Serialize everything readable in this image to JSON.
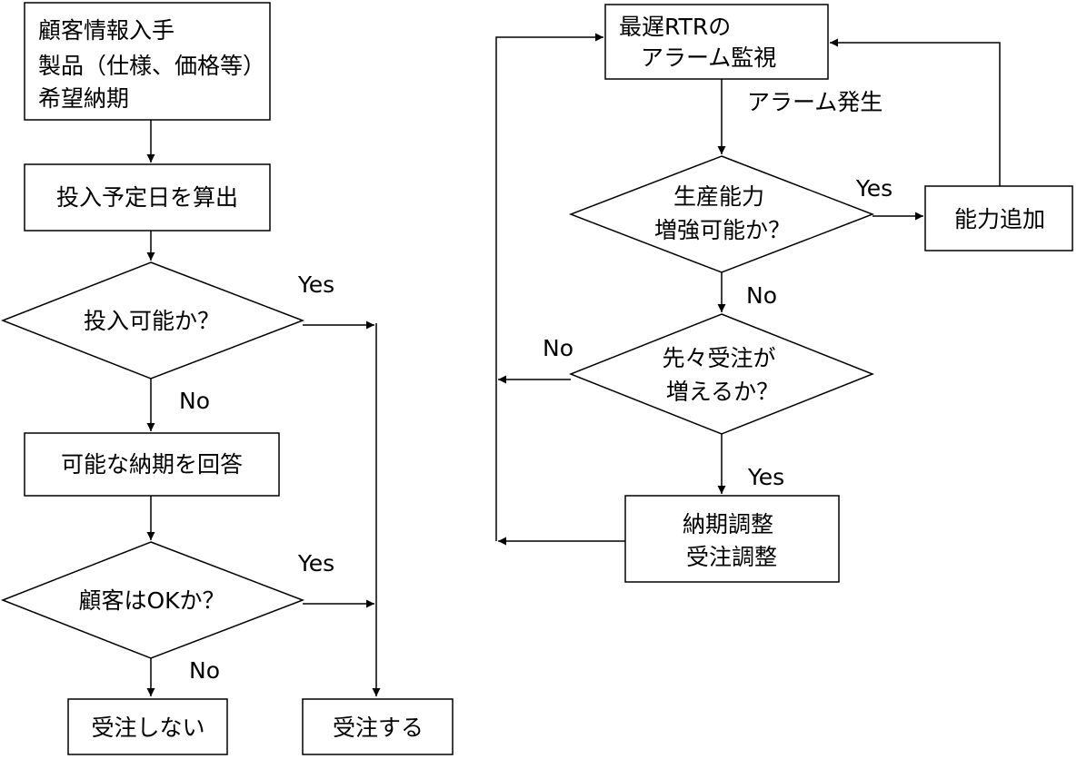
{
  "nodes": {
    "customer_info": {
      "lines": [
        "顧客情報入手",
        "製品（仕様、価格等）",
        "希望納期"
      ]
    },
    "calc_date": {
      "lines": [
        "投入予定日を算出"
      ]
    },
    "can_input": {
      "lines": [
        "投入可能か？"
      ]
    },
    "answer_date": {
      "lines": [
        "可能な納期を回答"
      ]
    },
    "customer_ok": {
      "lines": [
        "顧客はOKか？"
      ]
    },
    "reject": {
      "lines": [
        "受注しない"
      ]
    },
    "accept": {
      "lines": [
        "受注する"
      ]
    },
    "monitor": {
      "lines": [
        "最遅RTRの",
        "アラーム監視"
      ]
    },
    "capacity_q": {
      "lines": [
        "生産能力",
        "増強可能か？"
      ]
    },
    "add_capacity": {
      "lines": [
        "能力追加"
      ]
    },
    "future_q": {
      "lines": [
        "先々受注が",
        "増えるか？"
      ]
    },
    "adjust": {
      "lines": [
        "納期調整",
        "受注調整"
      ]
    }
  },
  "edge_labels": {
    "can_input_yes": "Yes",
    "can_input_no": "No",
    "customer_ok_yes": "Yes",
    "customer_ok_no": "No",
    "alarm": "アラーム発生",
    "capacity_yes": "Yes",
    "capacity_no": "No",
    "future_no": "No",
    "future_yes": "Yes"
  }
}
